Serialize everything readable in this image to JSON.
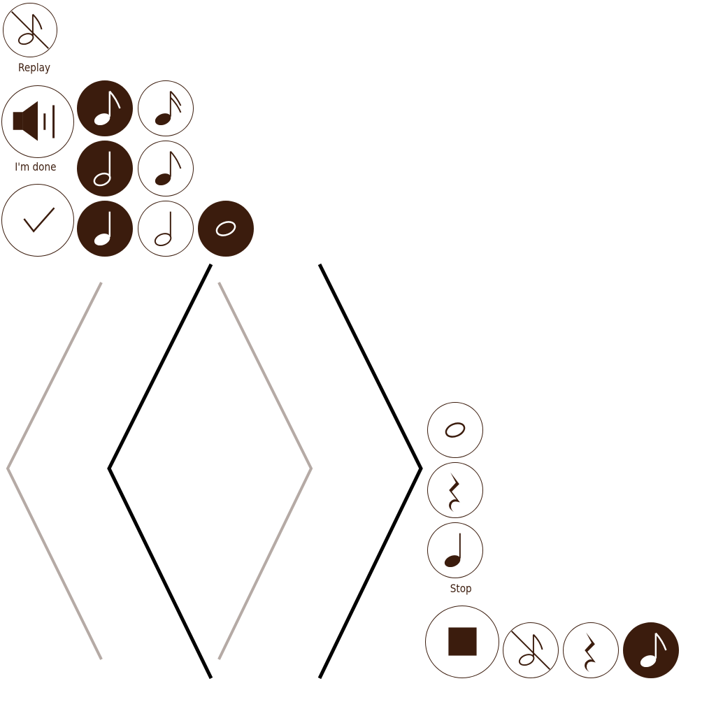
{
  "labels": {
    "replay": "Replay",
    "done": "I'm done",
    "stop": "Stop"
  },
  "icons": {
    "replay": "no-note-icon",
    "speaker": "speaker-icon",
    "done": "checkmark-icon",
    "stop": "stop-square-icon",
    "notes": [
      "eighth-note-icon",
      "sixteenth-note-icon",
      "half-note-icon",
      "eighth-note-icon",
      "quarter-note-icon",
      "half-note-icon",
      "whole-note-icon",
      "whole-note-icon",
      "quarter-rest-icon",
      "quarter-note-icon",
      "no-note-icon",
      "quarter-rest-icon",
      "eighth-note-icon"
    ]
  },
  "colors": {
    "primary": "#3b1c0d",
    "background": "#ffffff",
    "arrow_dark": "#000000",
    "arrow_light": "#b5aaa5"
  }
}
